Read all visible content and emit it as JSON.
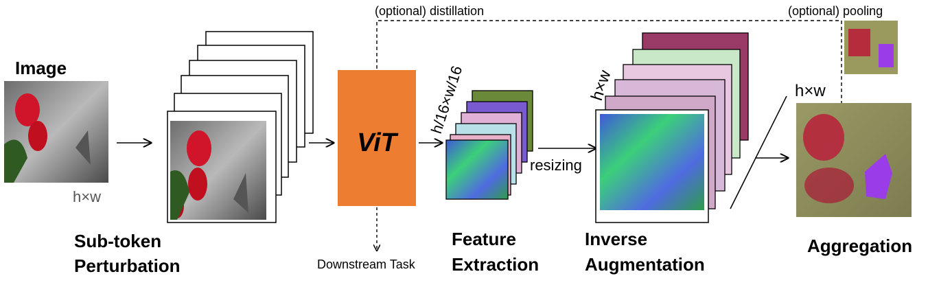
{
  "labels": {
    "image": "Image",
    "image_dims": "h×w",
    "stage1_line1": "Sub-token",
    "stage1_line2": "Perturbation",
    "model": "ViT",
    "downstream": "Downstream Task",
    "distillation": "(optional) distillation",
    "pooling": "(optional) pooling",
    "feature_dims_a": "h/16×w/16",
    "stage2_line1": "Feature",
    "stage2_line2": "Extraction",
    "resizing": "resizing",
    "inverse_dims": "h×w",
    "stage3_line1": "Inverse",
    "stage3_line2": "Augmentation",
    "aggregate_dims": "h×w",
    "stage4": "Aggregation"
  },
  "colors": {
    "vit_block": "#ED7D31",
    "feature_green": "#3CCF7A",
    "feature_blue": "#3F5AD8",
    "feature_pink": "#E6A3C9",
    "aggregation_bg": "#8C8C5A",
    "aggregation_red": "#B8203A",
    "aggregation_purple": "#9A3CE8"
  }
}
